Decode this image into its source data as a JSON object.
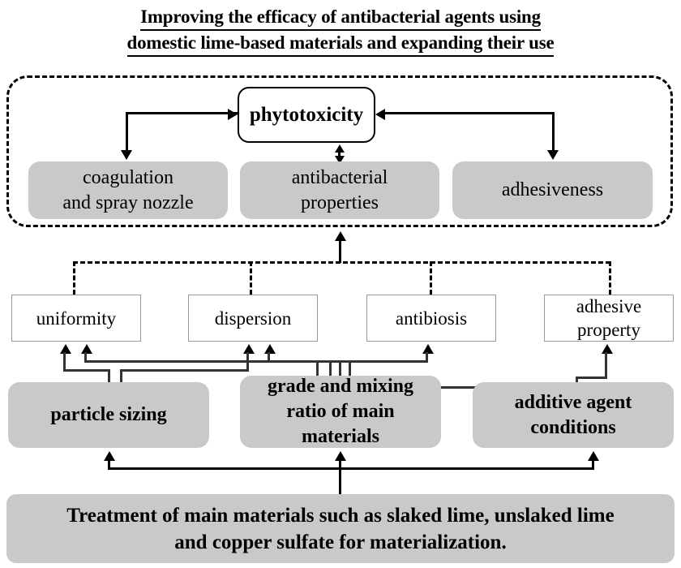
{
  "title": {
    "line1": "Improving the efficacy of antibacterial agents using",
    "line2": "domestic lime-based materials and expanding their use"
  },
  "colors": {
    "gray_fill": "#c9c9c9",
    "white_fill": "#ffffff",
    "line": "#000000",
    "thin_border": "#9a9a9a"
  },
  "outcome_group": {
    "central_node": "phytotoxicity",
    "nodes": [
      {
        "label_line1": "coagulation",
        "label_line2": "and spray nozzle"
      },
      {
        "label_line1": "antibacterial",
        "label_line2": "properties"
      },
      {
        "label_line1": "adhesiveness",
        "label_line2": ""
      }
    ]
  },
  "property_nodes": [
    {
      "label_line1": "uniformity",
      "label_line2": ""
    },
    {
      "label_line1": "dispersion",
      "label_line2": ""
    },
    {
      "label_line1": "antibiosis",
      "label_line2": ""
    },
    {
      "label_line1": "adhesive",
      "label_line2": "property"
    }
  ],
  "factor_nodes": [
    {
      "label_line1": "particle sizing",
      "label_line2": "",
      "label_line3": ""
    },
    {
      "label_line1": "grade and mixing",
      "label_line2": "ratio of main",
      "label_line3": "materials"
    },
    {
      "label_line1": "additive agent",
      "label_line2": "conditions",
      "label_line3": ""
    }
  ],
  "base_node": {
    "line1": "Treatment of  main materials such as slaked lime, unslaked lime",
    "line2": "and copper sulfate  for materialization."
  }
}
